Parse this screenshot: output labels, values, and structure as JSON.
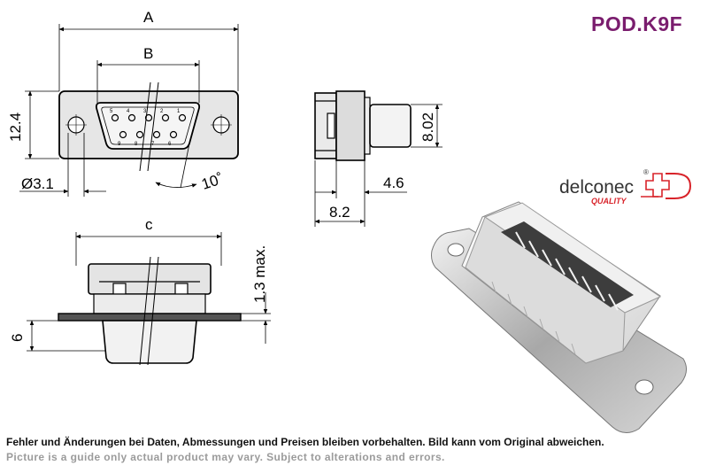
{
  "product_code": "POD.K9F",
  "brand": {
    "name": "delconec",
    "tagline": "QUALITY",
    "registered": "®"
  },
  "dimensions": {
    "a": "A",
    "b": "B",
    "c": "c",
    "height": "12.4",
    "hole": "Ø3.1",
    "angle": "10˚",
    "depth": "8.02",
    "offset": "4.6",
    "length": "8.2",
    "max": "1.3 max.",
    "six": "6"
  },
  "pins_top": [
    "5",
    "4",
    "3",
    "2",
    "1"
  ],
  "pins_bottom": [
    "9",
    "8",
    "7",
    "6"
  ],
  "disclaimer": {
    "de": "Fehler und Änderungen bei Daten, Abmessungen und Preisen bleiben vorbehalten. Bild kann vom Original abweichen.",
    "en": "Picture is a guide only actual product may vary. Subject to alterations and errors."
  },
  "colors": {
    "code": "#7a1d6e",
    "brand_red": "#d8232a",
    "drawing": "#000000",
    "part_fill": "#e6e6e6"
  }
}
